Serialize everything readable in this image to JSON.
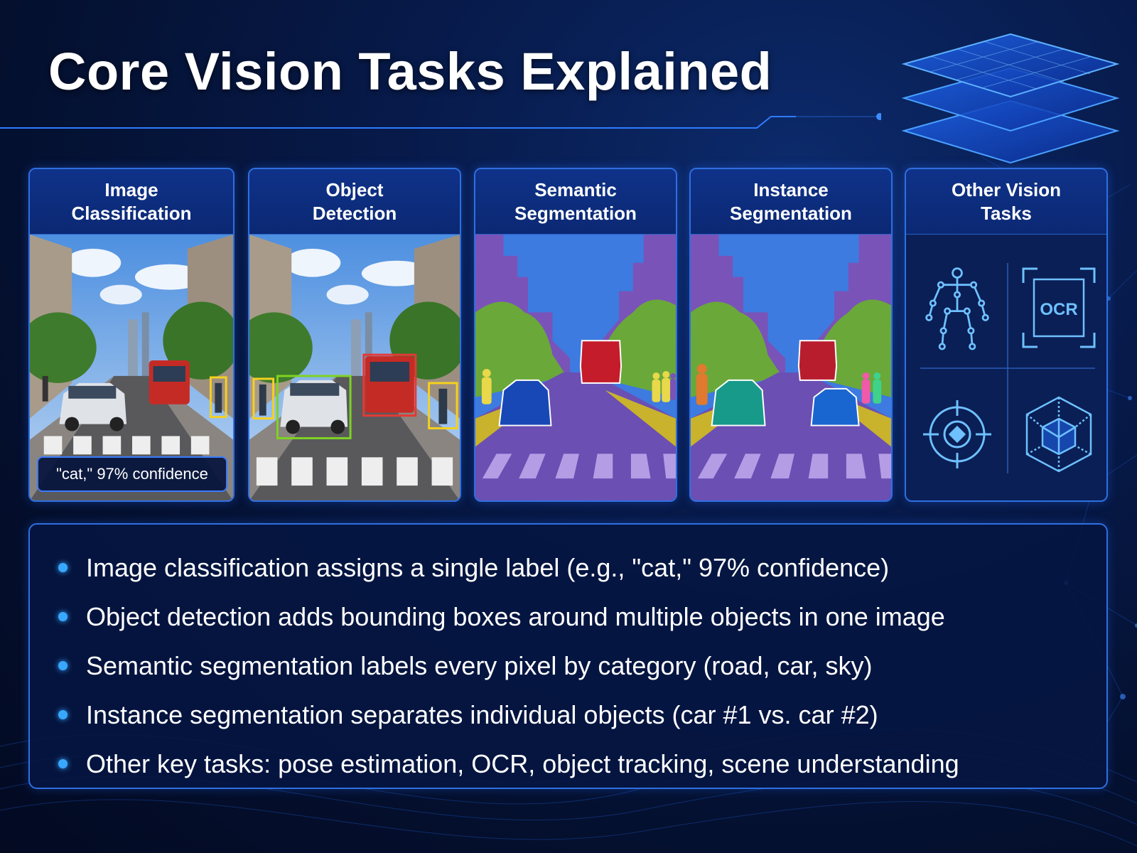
{
  "title": "Core Vision Tasks Explained",
  "panels": [
    {
      "heading": "Image\nClassification",
      "badge": "\"cat,\" 97% confidence"
    },
    {
      "heading": "Object\nDetection"
    },
    {
      "heading": "Semantic\nSegmentation"
    },
    {
      "heading": "Instance\nSegmentation"
    },
    {
      "heading": "Other Vision\nTasks",
      "ocr_label": "OCR"
    }
  ],
  "icons": [
    "pose-skeleton-icon",
    "ocr-scan-icon",
    "tracking-crosshair-icon",
    "3d-cube-icon",
    "layer-stack-icon"
  ],
  "bullets": [
    "Image classification assigns a single label (e.g., \"cat,\" 97% confidence)",
    "Object detection adds bounding boxes around multiple objects in one image",
    "Semantic segmentation labels every pixel by category (road, car, sky)",
    "Instance segmentation separates individual objects (car #1 vs. car #2)",
    "Other key tasks: pose estimation, OCR, object tracking, scene understanding"
  ],
  "colors": {
    "accent": "#2f6fe0",
    "bullet_dot": "#38a8ff",
    "detect_car": "#7ed321",
    "detect_bus": "#e53935",
    "detect_person": "#f5d020",
    "seg_road": "#6b4fb3",
    "seg_sky": "#3d7be0",
    "seg_tree": "#6aa83a",
    "seg_building": "#7a53b8"
  }
}
